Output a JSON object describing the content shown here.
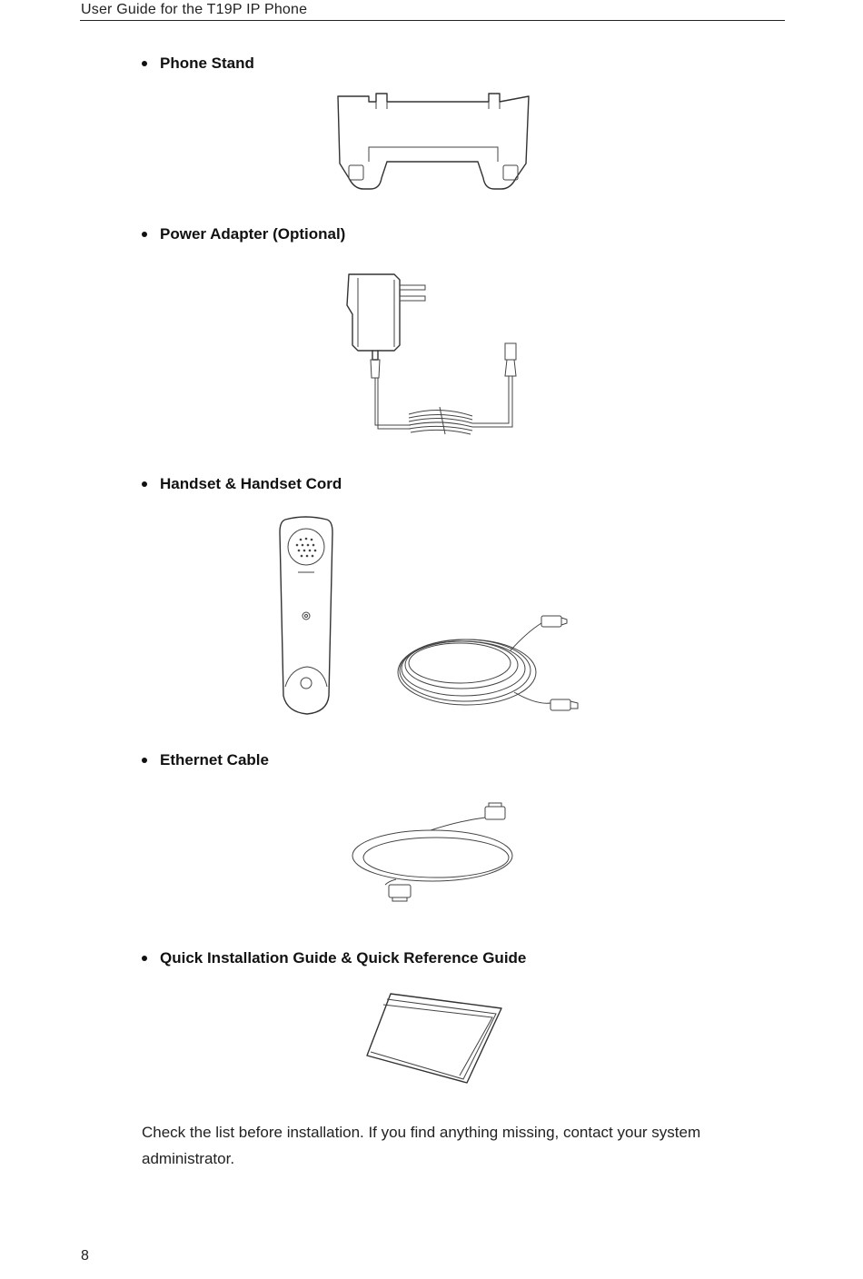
{
  "header": {
    "title": "User Guide for the T19P IP Phone"
  },
  "items": [
    {
      "label": "Phone Stand",
      "illustration": "phone-stand-illustration"
    },
    {
      "label": "Power Adapter (Optional)",
      "illustration": "power-adapter-illustration"
    },
    {
      "label": "Handset & Handset Cord",
      "illustration": "handset-illustration"
    },
    {
      "label": "Ethernet Cable",
      "illustration": "ethernet-cable-illustration"
    },
    {
      "label": "Quick Installation Guide & Quick Reference Guide",
      "illustration": "guides-illustration"
    }
  ],
  "body": {
    "text": "Check the list before installation. If you find anything missing, contact your system administrator."
  },
  "footer": {
    "page_number": "8"
  }
}
